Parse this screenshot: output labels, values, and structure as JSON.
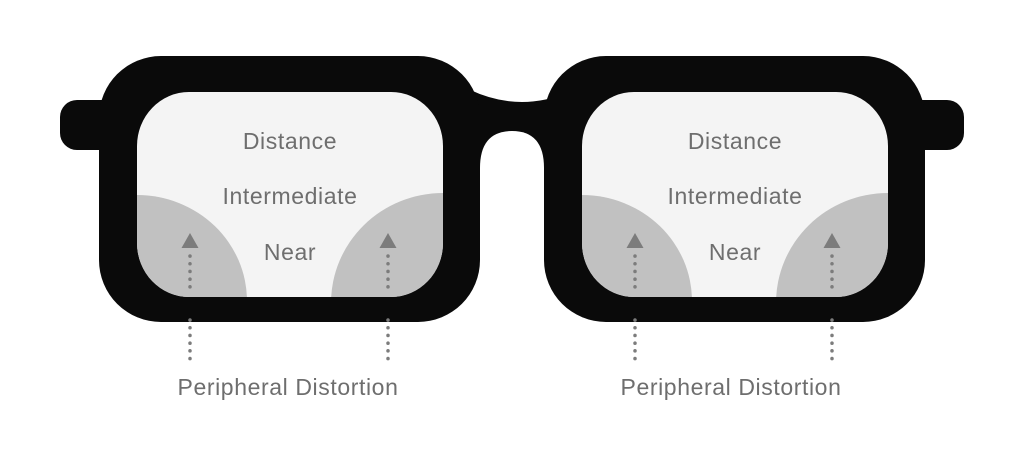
{
  "colors": {
    "background": "#ffffff",
    "frame": "#0a0a0a",
    "lens": "#f4f4f4",
    "distortion_zone": "#c1c1c1",
    "label_text": "#6e6e6e",
    "arrow": "#7c7c7c"
  },
  "lenses": {
    "left": {
      "zones": {
        "distance": "Distance",
        "intermediate": "Intermediate",
        "near": "Near"
      },
      "annotation": "Peripheral Distortion"
    },
    "right": {
      "zones": {
        "distance": "Distance",
        "intermediate": "Intermediate",
        "near": "Near"
      },
      "annotation": "Peripheral Distortion"
    }
  }
}
